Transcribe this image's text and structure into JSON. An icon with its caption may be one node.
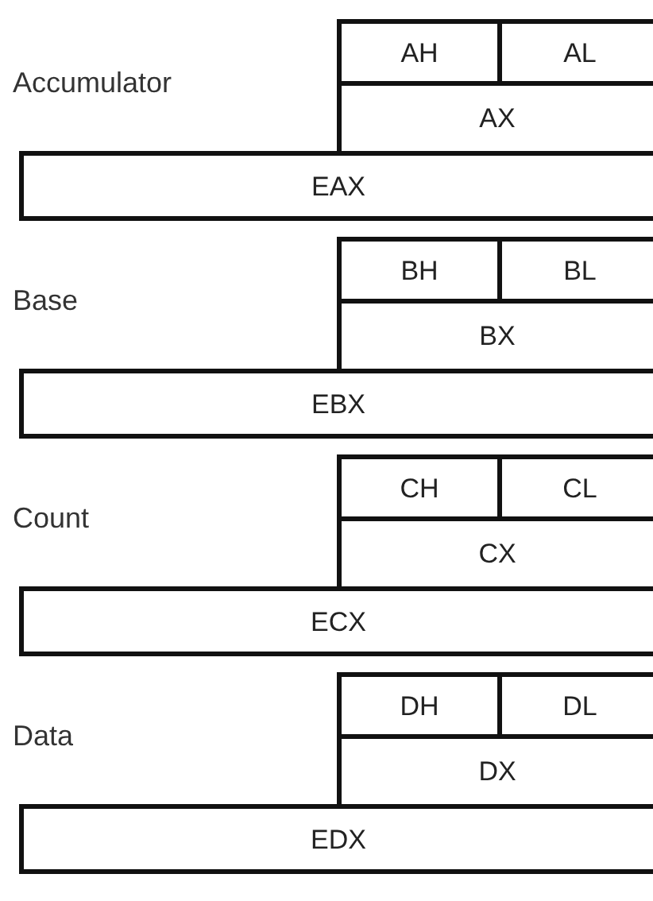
{
  "diagram": {
    "nodes": [
      {
        "text": [
          "AX"
        ]
      },
      {
        "text": [
          "AH"
        ],
        "in": 0
      },
      {
        "text": [
          "AL"
        ],
        "in": 0
      },
      {
        "text": [
          "EAX"
        ]
      },
      {
        "text": [
          "BX"
        ]
      },
      {
        "text": [
          "BH"
        ],
        "in": 4
      },
      {
        "text": [
          "BL"
        ],
        "in": 4
      },
      {
        "text": [
          "EBX"
        ]
      },
      {
        "text": [
          "CX"
        ]
      },
      {
        "text": [
          "CH"
        ],
        "in": 8
      },
      {
        "text": [
          "CL"
        ],
        "in": 8
      },
      {
        "text": [
          "ECX"
        ]
      },
      {
        "text": [
          "DX"
        ]
      },
      {
        "text": [
          "DH"
        ],
        "in": 12
      },
      {
        "text": [
          "DL"
        ],
        "in": 12
      },
      {
        "text": [
          "EDX"
        ]
      }
    ],
    "labels": [
      "Accumulator",
      "Base",
      "Count",
      "Data"
    ]
  }
}
